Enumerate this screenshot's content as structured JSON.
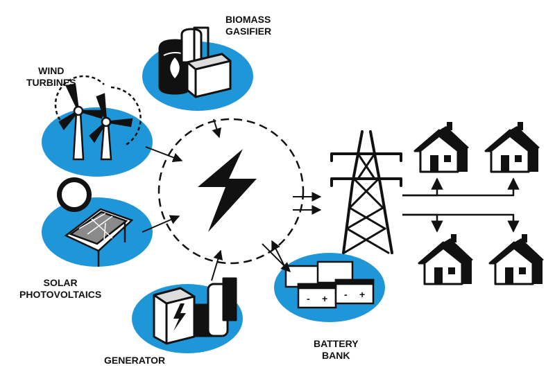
{
  "colors": {
    "pad_blue": "#1e96d8",
    "ink": "#111111",
    "panel_grey": "#8a8a8a"
  },
  "labels": {
    "biomass": {
      "line1": "BIOMASS",
      "line2": "GASIFIER"
    },
    "wind": {
      "line1": "WIND",
      "line2": "TURBINES"
    },
    "solar": {
      "line1": "SOLAR",
      "line2": "PHOTOVOLTAICS"
    },
    "generator": {
      "line1": "GENERATOR"
    },
    "battery": {
      "line1": "BATTERY",
      "line2": "BANK"
    }
  },
  "battery_terminals": [
    "-",
    "+",
    "-",
    "+"
  ],
  "icons": {
    "center": "lightning-bolt-icon",
    "grid": "transmission-tower-icon",
    "homes": "house-icon",
    "sun": "sun-icon",
    "leaf": "leaf-icon"
  }
}
